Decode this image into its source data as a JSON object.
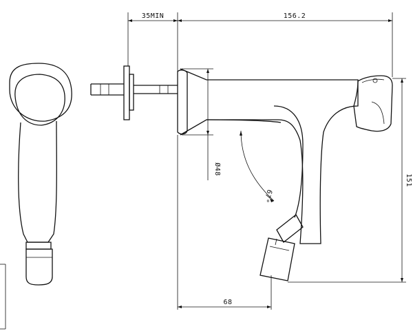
{
  "dimensions": {
    "wall_min": "35MIN",
    "length": "156.2",
    "height": "151",
    "pipe_diameter": "Ø48",
    "spout_angle": "67°",
    "spout_reach": "68"
  }
}
